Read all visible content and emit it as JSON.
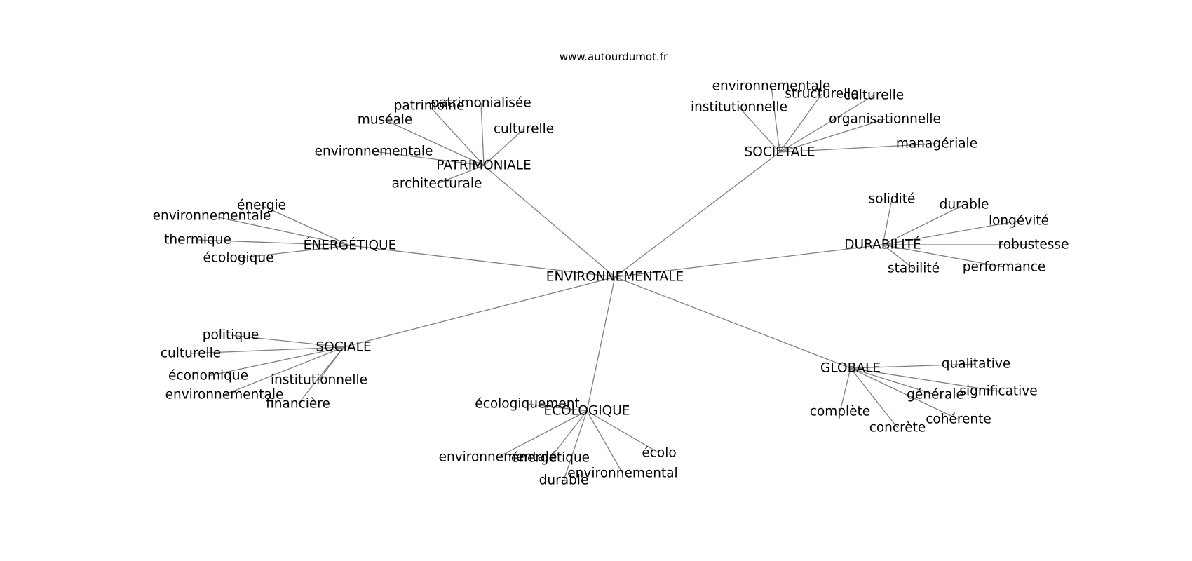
{
  "site_label": "www.autourdumot.fr",
  "graph": {
    "center": "ENVIRONNEMENTALE",
    "branches": [
      {
        "label": "PATRIMONIALE",
        "words": [
          "patrimoine",
          "patrimonialisée",
          "muséale",
          "culturelle",
          "environnementale",
          "architecturale"
        ]
      },
      {
        "label": "SOCIÉTALE",
        "words": [
          "environnementale",
          "structurelle",
          "culturelle",
          "institutionnelle",
          "organisationnelle",
          "managériale"
        ]
      },
      {
        "label": "ÉNERGÉTIQUE",
        "words": [
          "énergie",
          "environnementale",
          "thermique",
          "écologique"
        ]
      },
      {
        "label": "DURABILITÉ",
        "words": [
          "solidité",
          "durable",
          "longévité",
          "robustesse",
          "stabilité",
          "performance"
        ]
      },
      {
        "label": "SOCIALE",
        "words": [
          "politique",
          "culturelle",
          "économique",
          "institutionnelle",
          "environnementale",
          "financière"
        ]
      },
      {
        "label": "GLOBALE",
        "words": [
          "qualitative",
          "significative",
          "générale",
          "cohérente",
          "complète",
          "concrète"
        ]
      },
      {
        "label": "ÉCOLOGIQUE",
        "words": [
          "écologiquement",
          "environnementale",
          "énergétique",
          "écolo",
          "environnemental",
          "durable"
        ]
      }
    ]
  }
}
